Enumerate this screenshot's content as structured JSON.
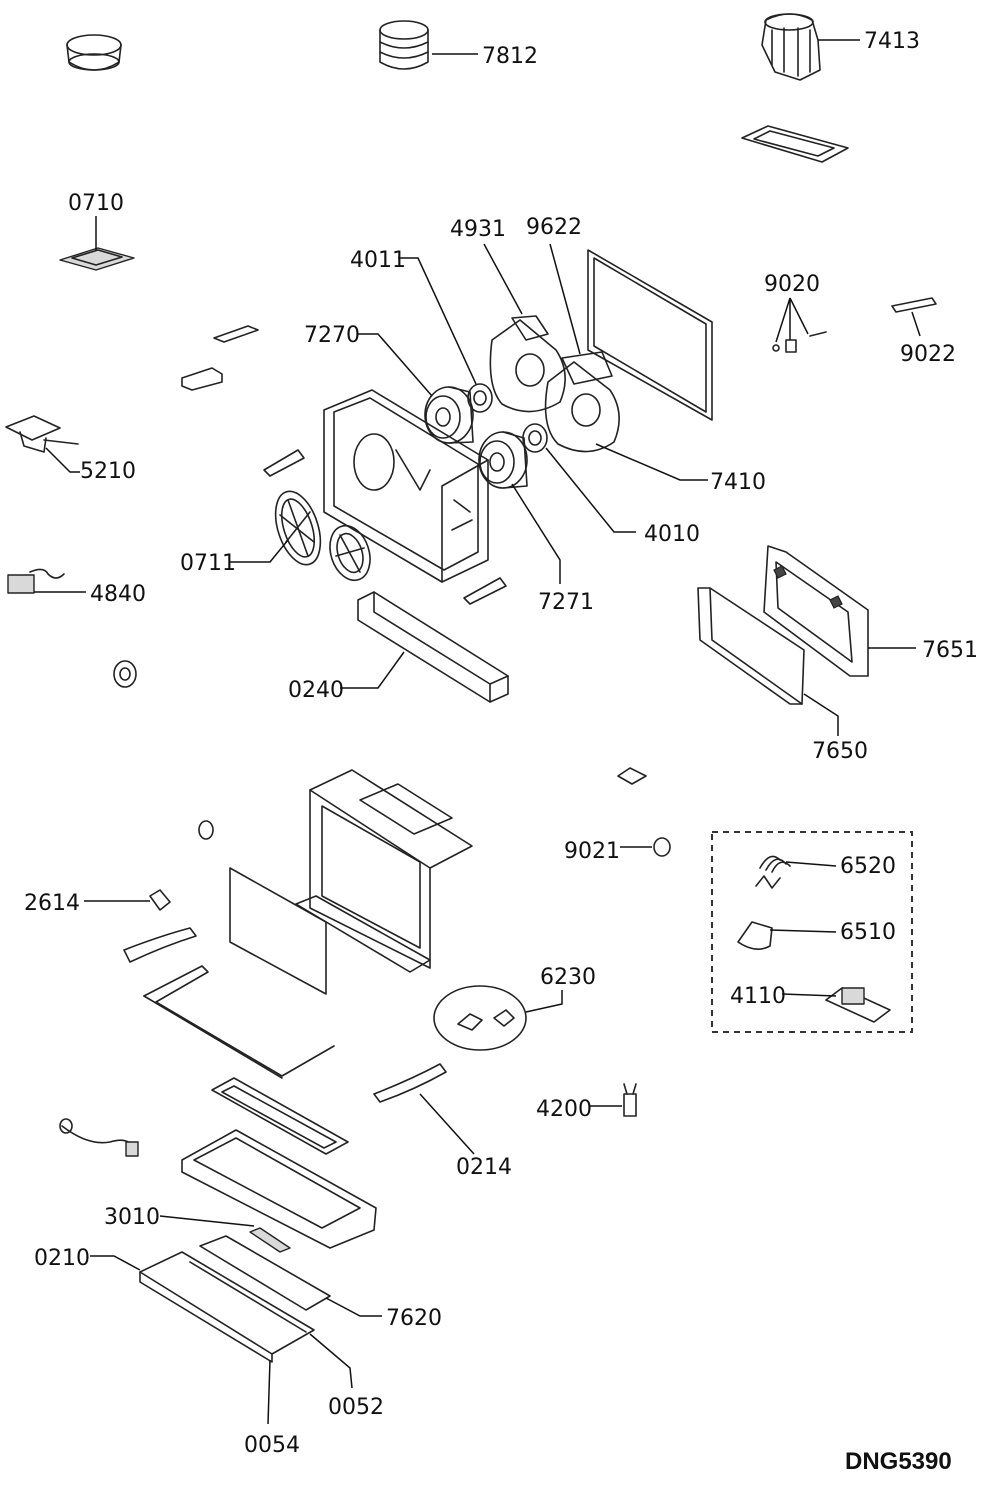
{
  "diagram": {
    "drawing_code": "DNG5390",
    "labels": [
      {
        "key": "p7812",
        "text": "7812"
      },
      {
        "key": "p7413",
        "text": "7413"
      },
      {
        "key": "p0710",
        "text": "0710"
      },
      {
        "key": "p4931",
        "text": "4931"
      },
      {
        "key": "p9622",
        "text": "9622"
      },
      {
        "key": "p4011",
        "text": "4011"
      },
      {
        "key": "p9020",
        "text": "9020"
      },
      {
        "key": "p7270",
        "text": "7270"
      },
      {
        "key": "p9022",
        "text": "9022"
      },
      {
        "key": "p5210",
        "text": "5210"
      },
      {
        "key": "p7410",
        "text": "7410"
      },
      {
        "key": "p4010",
        "text": "4010"
      },
      {
        "key": "p0711",
        "text": "0711"
      },
      {
        "key": "p4840",
        "text": "4840"
      },
      {
        "key": "p7271",
        "text": "7271"
      },
      {
        "key": "p7651",
        "text": "7651"
      },
      {
        "key": "p0240",
        "text": "0240"
      },
      {
        "key": "p7650",
        "text": "7650"
      },
      {
        "key": "p9021",
        "text": "9021"
      },
      {
        "key": "p6520",
        "text": "6520"
      },
      {
        "key": "p2614",
        "text": "2614"
      },
      {
        "key": "p6510",
        "text": "6510"
      },
      {
        "key": "p6230",
        "text": "6230"
      },
      {
        "key": "p4110",
        "text": "4110"
      },
      {
        "key": "p4200",
        "text": "4200"
      },
      {
        "key": "p0214",
        "text": "0214"
      },
      {
        "key": "p3010",
        "text": "3010"
      },
      {
        "key": "p0210",
        "text": "0210"
      },
      {
        "key": "p7620",
        "text": "7620"
      },
      {
        "key": "p0052",
        "text": "0052"
      },
      {
        "key": "p0054",
        "text": "0054"
      }
    ]
  }
}
